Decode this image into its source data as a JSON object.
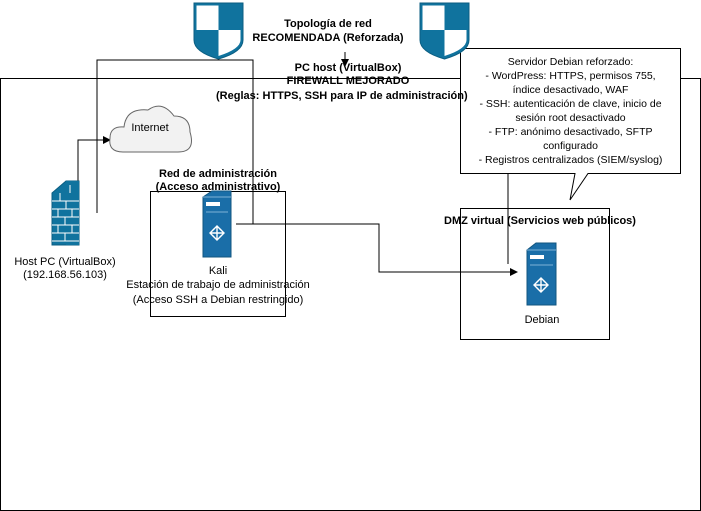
{
  "diagram": {
    "title_line1": "Topología de red",
    "title_line2": "RECOMENDADA (Reforzada)",
    "host_container": {
      "line1": "PC host (VirtualBox)",
      "line2": "FIREWALL MEJORADO",
      "line3": "(Reglas: HTTPS, SSH para IP de administración)"
    },
    "internet_label": "Internet",
    "host_pc": {
      "name": "Host PC (VirtualBox)",
      "ip": "(192.168.56.103)"
    },
    "admin_network": {
      "title": "Red de administración",
      "subtitle": "(Acceso administrativo)"
    },
    "kali": {
      "name": "Kali",
      "role": "Estación de trabajo de administración",
      "note": "(Acceso SSH a Debian restringido)"
    },
    "dmz": {
      "title": "DMZ virtual (Servicios web públicos)"
    },
    "debian": {
      "name": "Debian"
    },
    "callout": {
      "lines": [
        "Servidor Debian reforzado:",
        "- WordPress: HTTPS, permisos 755,",
        "índice desactivado, WAF",
        "- SSH: autenticación de clave, inicio de",
        "sesión root desactivado",
        "- FTP: anónimo desactivado, SFTP",
        "configurado",
        "- Registros centralizados (SIEM/syslog)"
      ]
    },
    "colors": {
      "shield_blue": "#10739e",
      "server_blue": "#1a6ea8",
      "line": "#000000",
      "cloud_fill": "#f2f2f2"
    }
  }
}
